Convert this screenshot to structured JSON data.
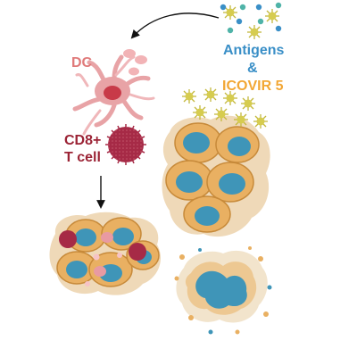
{
  "labels": {
    "dc": "DC",
    "cd8_line1": "CD8+",
    "cd8_line2": "T cell",
    "antigens": "Antigens",
    "ampersand": "&",
    "virus": "ICOVIR 5"
  },
  "colors": {
    "dc_text": "#e07a7a",
    "cd8_text": "#9b2335",
    "antigen_text": "#3a8fc7",
    "virus_text": "#f2a735",
    "dc_cell": "#e8a3a6",
    "t_cell": "#a62a46",
    "tumor_cell": "#e9b062",
    "tumor_rim": "#c78a3a",
    "nucleus": "#3f95b8",
    "virion": "#d6cc4f"
  },
  "icons": [
    "curved-arrow-icon",
    "down-arrow-icon"
  ]
}
